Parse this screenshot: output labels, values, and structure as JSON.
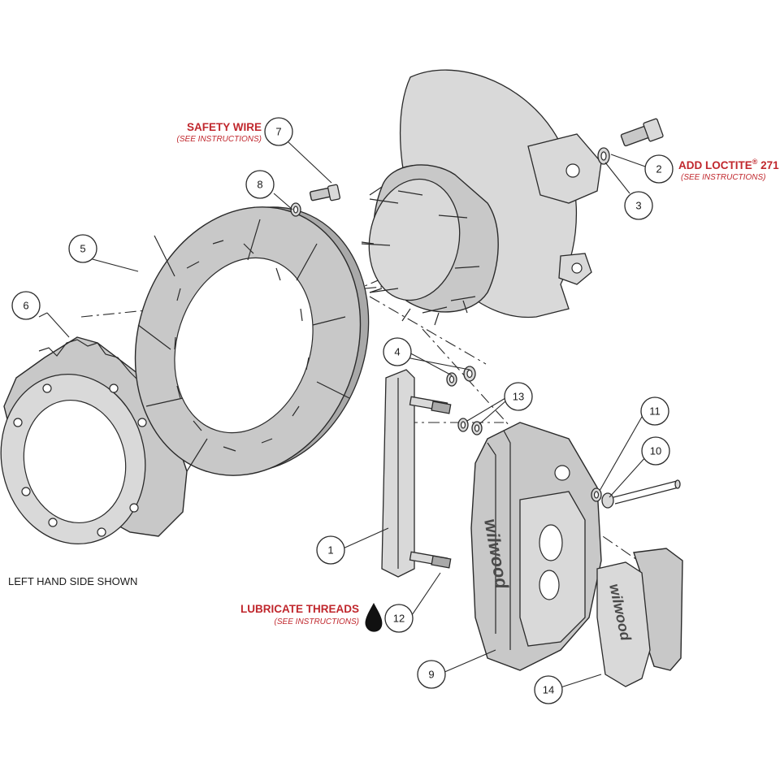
{
  "notes": {
    "safety_wire": {
      "main": "SAFETY WIRE",
      "sub": "(SEE INSTRUCTIONS)"
    },
    "add_loctite": {
      "main": "ADD LOCTITE",
      "reg": "®",
      "num": " 271",
      "sub": "(SEE INSTRUCTIONS)"
    },
    "lubricate_threads": {
      "main": "LUBRICATE THREADS",
      "sub": "(SEE INSTRUCTIONS)"
    }
  },
  "caption": "LEFT HAND SIDE SHOWN",
  "brand_mark": "wilwood",
  "callouts": [
    "1",
    "2",
    "3",
    "4",
    "5",
    "6",
    "7",
    "8",
    "9",
    "10",
    "11",
    "12",
    "13",
    "14"
  ],
  "colors": {
    "note_red": "#c0272d",
    "line": "#2a2a2a",
    "part_fill": "#c8c8c8"
  }
}
